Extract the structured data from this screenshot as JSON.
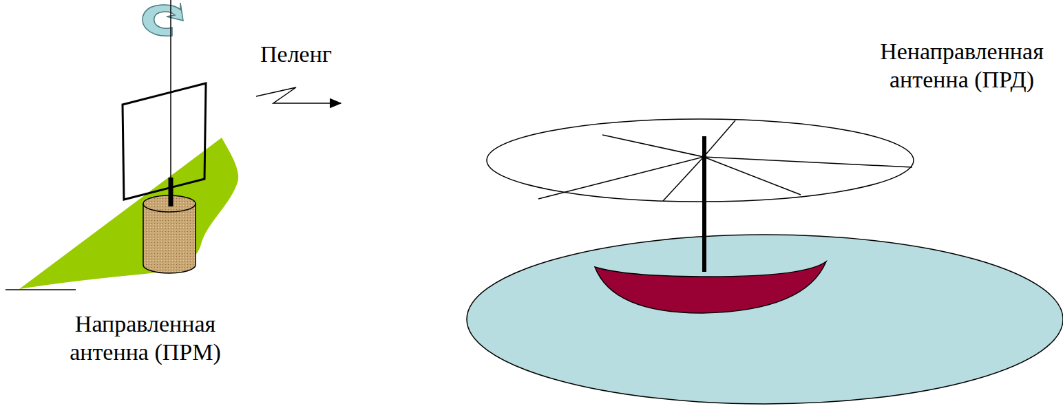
{
  "diagram": {
    "labels": [
      "Пеленг",
      "Ненаправленная антенна (ПРД)",
      "Направленная антенна (ПРМ)"
    ]
  }
}
